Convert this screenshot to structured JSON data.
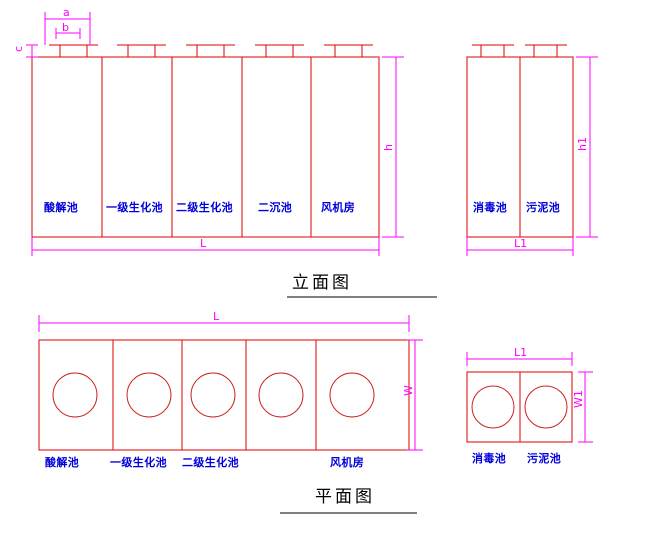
{
  "drawing": {
    "type": "engineering-drawing",
    "description": "Integrated sewage treatment equipment tank layout drawing",
    "colors": {
      "structure": "#e00000",
      "circle": "#cc2222",
      "dimension": "#ff00ff",
      "label_text": "#0000dd",
      "title_text": "#000000",
      "background": "#ffffff"
    }
  },
  "views": {
    "elevation": {
      "title": "立面图",
      "main_unit": {
        "zone_labels": [
          "酸解池",
          "一级生化池",
          "二级生化池",
          "二沉池",
          "风机房"
        ],
        "dimensions": {
          "length": "L",
          "height": "h",
          "hatch_outer": "a",
          "hatch_inner": "b",
          "hatch_height": "c"
        }
      },
      "secondary_unit": {
        "zone_labels": [
          "消毒池",
          "污泥池"
        ],
        "dimensions": {
          "length": "L1",
          "height": "h1"
        }
      }
    },
    "plan": {
      "title": "平面图",
      "main_unit": {
        "zone_labels": [
          "酸解池",
          "一级生化池",
          "二级生化池",
          "风机房"
        ],
        "dimensions": {
          "length": "L",
          "width": "W"
        },
        "cell_count": 5
      },
      "secondary_unit": {
        "zone_labels": [
          "消毒池",
          "污泥池"
        ],
        "dimensions": {
          "length": "L1",
          "width": "W1"
        },
        "cell_count": 2
      }
    }
  }
}
